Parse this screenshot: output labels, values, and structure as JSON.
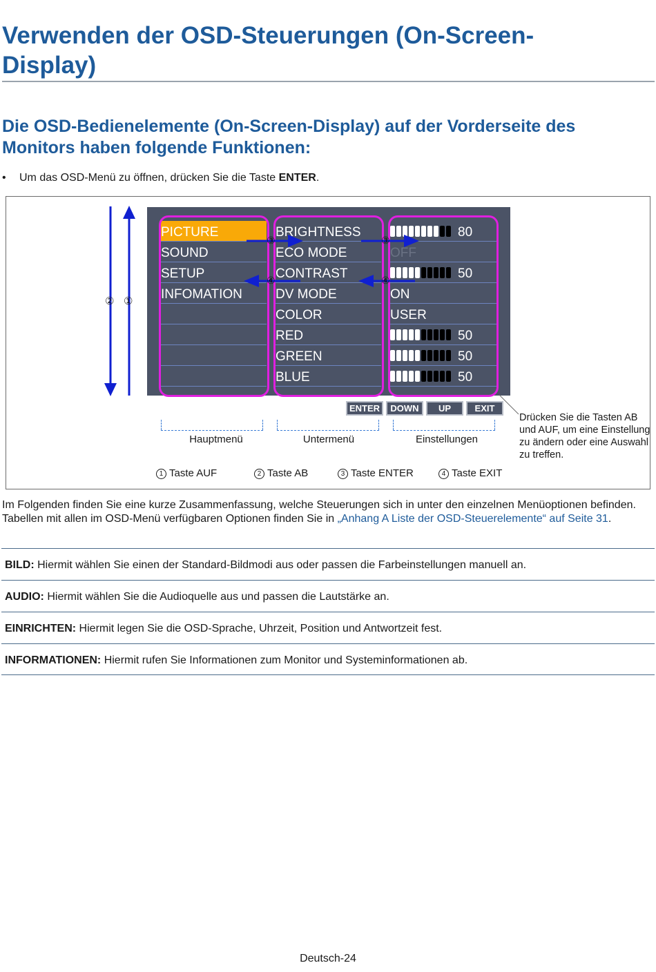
{
  "title": "Verwenden der OSD-Steuerungen (On-Screen-Display)",
  "subtitle": "Die OSD-Bedienelemente (On-Screen-Display) auf der Vorderseite des Monitors haben folgende Funktionen:",
  "bullet": {
    "marker": "•",
    "prefix": "Um das OSD-Menü zu öffnen, drücken Sie die Taste ",
    "key": "ENTER",
    "suffix": "."
  },
  "figure": {
    "osd": {
      "main_menu": [
        "PICTURE",
        "SOUND",
        "SETUP",
        "INFOMATION"
      ],
      "sub_menu": [
        "BRIGHTNESS",
        "ECO MODE",
        "CONTRAST",
        "DV MODE",
        "COLOR",
        "RED",
        "GREEN",
        "BLUE"
      ],
      "settings": [
        {
          "text": "80",
          "level": 0.8,
          "bar": true
        },
        {
          "text": "OFF",
          "dim": true
        },
        {
          "text": "50",
          "level": 0.5,
          "bar": true
        },
        {
          "text": "ON"
        },
        {
          "text": "USER"
        },
        {
          "text": "50",
          "level": 0.5,
          "bar": true
        },
        {
          "text": "50",
          "level": 0.5,
          "bar": true
        },
        {
          "text": "50",
          "level": 0.5,
          "bar": true
        }
      ]
    },
    "buttons": [
      "ENTER",
      "DOWN",
      "UP",
      "EXIT"
    ],
    "arrow_markers": {
      "up": "①",
      "down": "②",
      "enter": "③",
      "exit": "④"
    },
    "labels": {
      "main": "Hauptmenü",
      "sub": "Untermenü",
      "settings": "Einstellungen"
    },
    "side_note": "Drücken Sie die Tasten AB und AUF, um eine Einstellung zu ändern oder eine Auswahl zu treffen.",
    "legend": [
      {
        "num": "1",
        "text": "Taste AUF"
      },
      {
        "num": "2",
        "text": "Taste AB"
      },
      {
        "num": "3",
        "text": "Taste ENTER"
      },
      {
        "num": "4",
        "text": "Taste EXIT"
      }
    ],
    "colors": {
      "osd_bg": "#4b5366",
      "highlight": "#f9a908",
      "frame": "#e01fe0",
      "arrow": "#1020d0"
    }
  },
  "intro": {
    "text": "Im Folgenden finden Sie eine kurze Zusammenfassung, welche Steuerungen sich in unter den einzelnen Menüoptionen befinden. Tabellen mit allen im OSD-Menü verfügbaren Optionen finden Sie in ",
    "link": "„Anhang A Liste der OSD-Steuerelemente“ auf Seite 31",
    "suffix": "."
  },
  "definitions": [
    {
      "term": "BILD:",
      "desc": " Hiermit wählen Sie einen der Standard-Bildmodi aus oder passen die Farbeinstellungen manuell an."
    },
    {
      "term": "AUDIO:",
      "desc": " Hiermit wählen Sie die Audioquelle aus und passen die Lautstärke an."
    },
    {
      "term": "EINRICHTEN:",
      "desc": " Hiermit legen Sie die OSD-Sprache, Uhrzeit, Position und Antwortzeit fest."
    },
    {
      "term": "INFORMATIONEN:",
      "desc": " Hiermit rufen Sie Informationen zum Monitor und Systeminformationen ab."
    }
  ],
  "footer": "Deutsch-24"
}
